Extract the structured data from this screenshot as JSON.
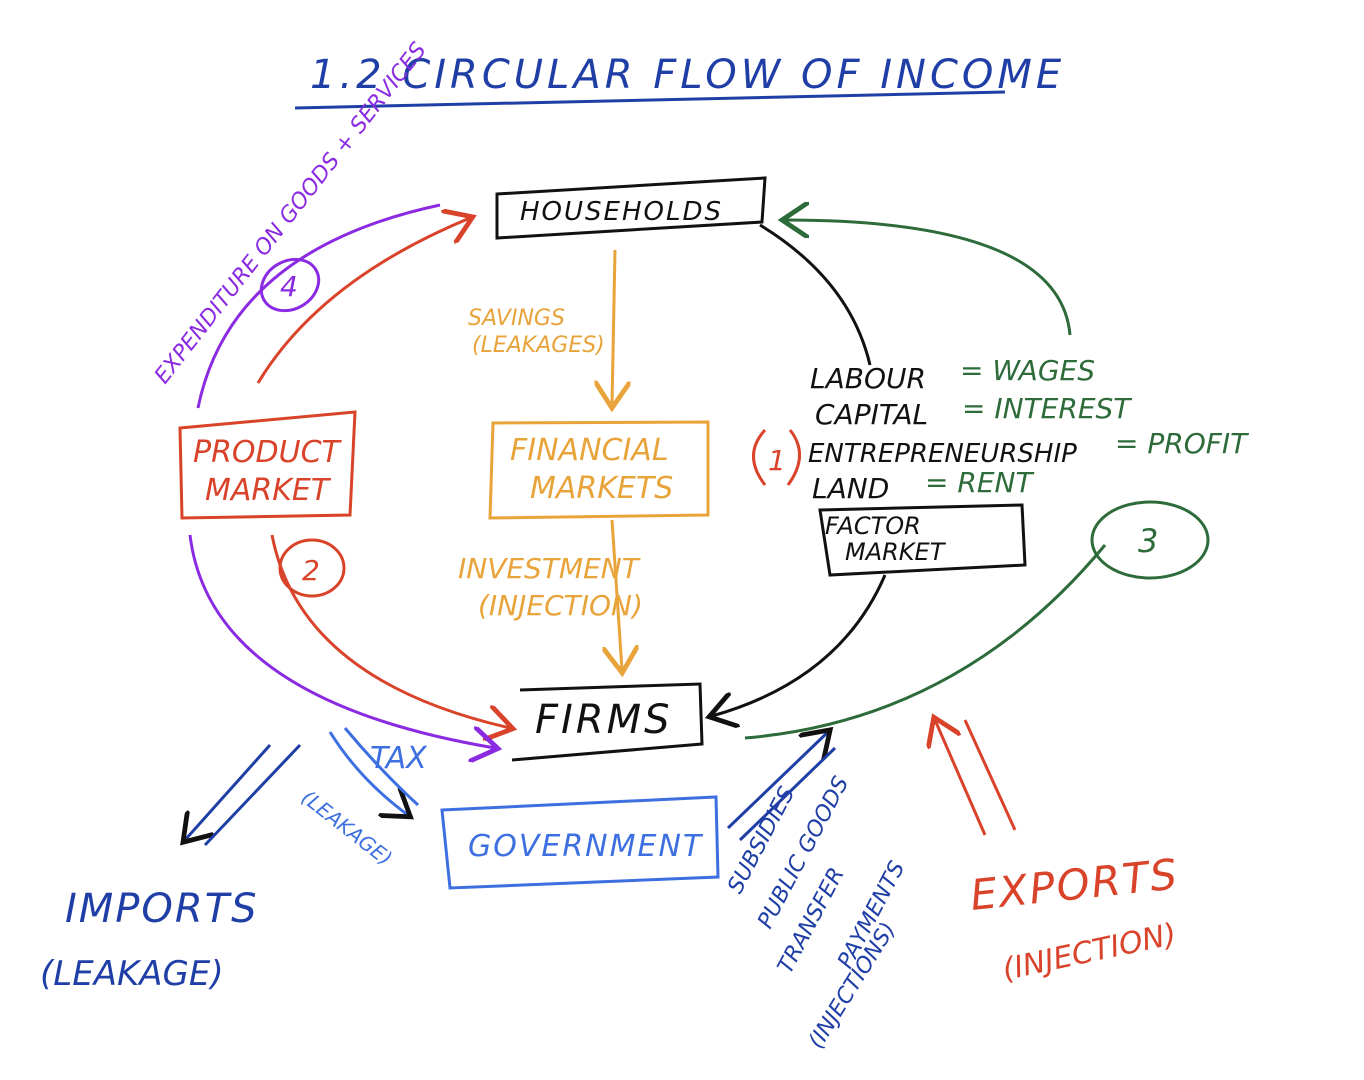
{
  "title": "1.2 CIRCULAR FLOW OF INCOME",
  "colors": {
    "blue": "#1f3fa6",
    "lightblue": "#3d6fe0",
    "red": "#d9432a",
    "purple": "#8a2be2",
    "orange": "#e8a43a",
    "green": "#2e6b3a",
    "black": "#111111"
  },
  "nodes": {
    "households": "HOUSEHOLDS",
    "firms": "FIRMS",
    "product_market": [
      "PRODUCT",
      "MARKET"
    ],
    "financial_markets": [
      "FINANCIAL",
      "MARKETS"
    ],
    "factor_market": [
      "FACTOR",
      "MARKET"
    ],
    "government": "GOVERNMENT"
  },
  "labels": {
    "expenditure": "EXPENDITURE ON GOODS + SERVICES",
    "savings": [
      "SAVINGS",
      "(LEAKAGES)"
    ],
    "investment": [
      "INVESTMENT",
      "(INJECTION)"
    ],
    "tax": "TAX",
    "tax_leakage": "(LEAKAGE)",
    "imports": [
      "IMPORTS",
      "(LEAKAGE)"
    ],
    "exports": [
      "EXPORTS",
      "(INJECTION)"
    ],
    "subsidies": [
      "SUBSIDIES",
      "PUBLIC GOODS",
      "TRANSFER",
      "PAYMENTS",
      "(INJECTIONS)"
    ]
  },
  "factors": [
    {
      "factor": "LABOUR",
      "reward": "WAGES"
    },
    {
      "factor": "CAPITAL",
      "reward": "INTEREST"
    },
    {
      "factor": "ENTREPRENEURSHIP",
      "reward": "PROFIT"
    },
    {
      "factor": "LAND",
      "reward": "RENT"
    }
  ],
  "markers": {
    "one": "1",
    "two": "2",
    "three": "3",
    "four": "4"
  }
}
